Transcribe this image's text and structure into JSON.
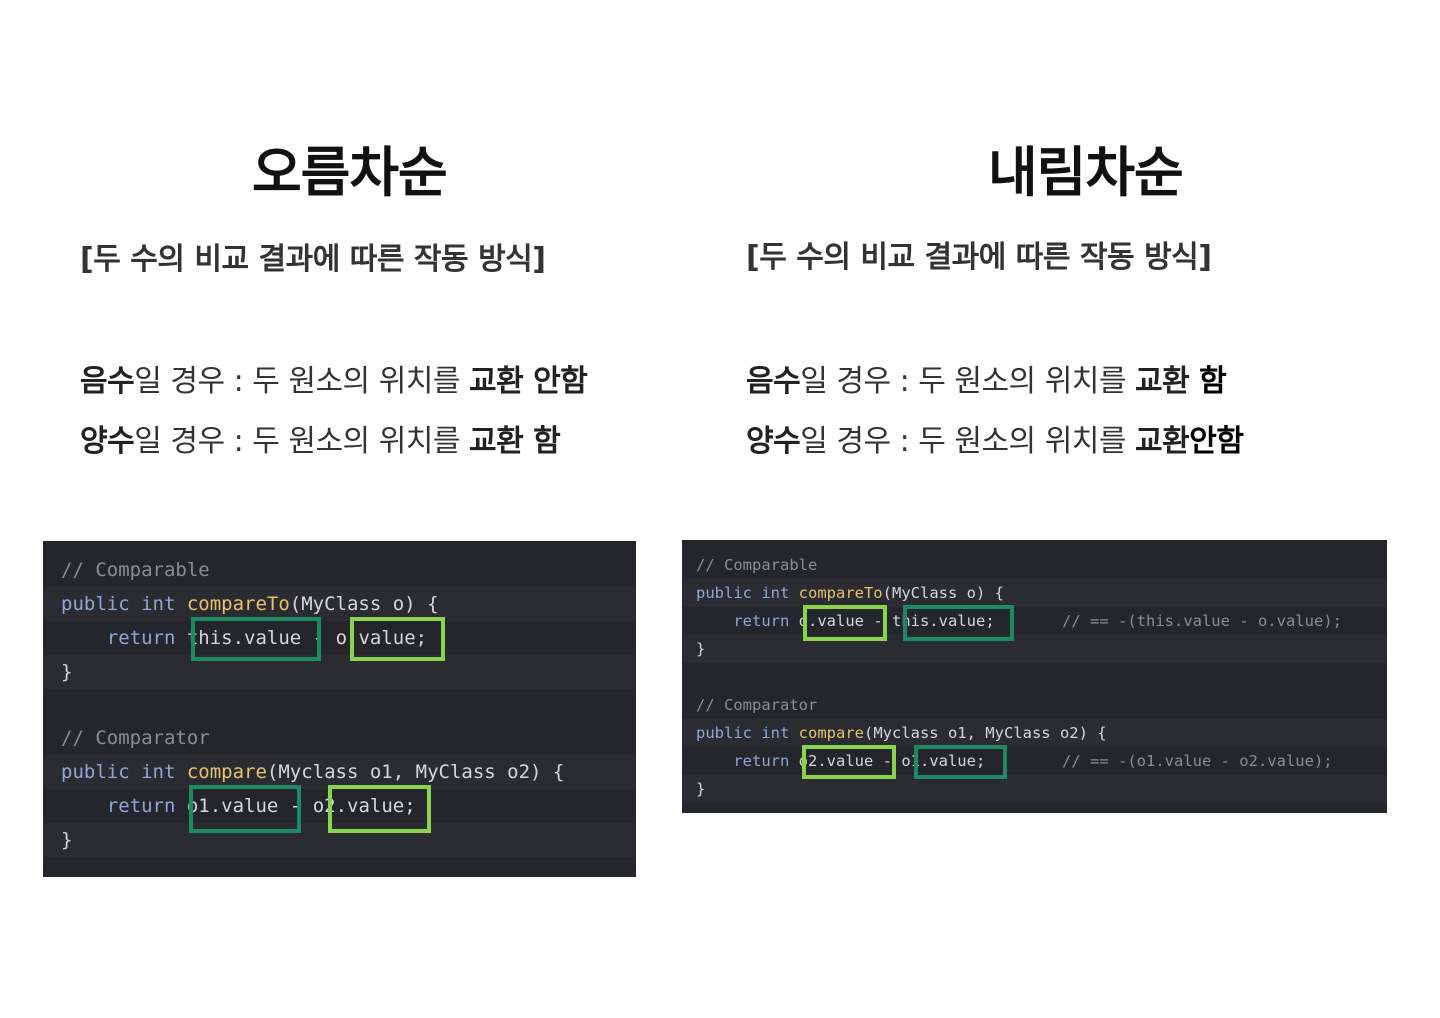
{
  "left": {
    "title": "오름차순",
    "subtitle": "[두 수의 비교 결과에 따른 작동 방식]",
    "rules": [
      {
        "sign": "음수",
        "mid": "일 경우 : 두 원소의 위치를 ",
        "bold": "교환 안함",
        "hand": ""
      },
      {
        "sign": "양수",
        "mid": "일 경우 : 두 원소의 위치를 ",
        "bold": "교환 함",
        "hand": ""
      }
    ],
    "code": {
      "comment1": "// Comparable",
      "line2": {
        "kw": "public int ",
        "fn": "compareTo",
        "rest": "(MyClass o) {"
      },
      "line3": {
        "kw": "    return ",
        "a": "this.value",
        "op": " - ",
        "b": "o.value",
        "end": ";"
      },
      "brace": "}",
      "comment2": "// Comparator",
      "line6": {
        "kw": "public int ",
        "fn": "compare",
        "rest": "(Myclass o1, MyClass o2) {"
      },
      "line7": {
        "kw": "    return ",
        "a": "o1.value",
        "op": " - ",
        "b": "o2.value",
        "end": ";"
      }
    }
  },
  "right": {
    "title": "내림차순",
    "subtitle": "[두 수의 비교 결과에 따른 작동 방식]",
    "rules": [
      {
        "sign": "음수",
        "mid": "일 경우 : 두 원소의 위치를 ",
        "bold": "교환",
        "hand": " 함"
      },
      {
        "sign": "양수",
        "mid": "일 경우 : 두 원소의 위치를 ",
        "bold": "교환",
        "hand": "안함"
      }
    ],
    "code": {
      "comment1": "// Comparable",
      "line2": {
        "kw": "public int ",
        "fn": "compareTo",
        "rest": "(MyClass o) {"
      },
      "line3": {
        "kw": "    return ",
        "a": "o.value",
        "op": " - ",
        "b": "this.value",
        "end": ";",
        "note": "// == -(this.value - o.value);"
      },
      "brace": "}",
      "comment2": "// Comparator",
      "line6": {
        "kw": "public int ",
        "fn": "compare",
        "rest": "(Myclass o1, MyClass o2) {"
      },
      "line7": {
        "kw": "    return ",
        "a": "o2.value",
        "op": " - ",
        "b": "o1.value",
        "end": ";",
        "note": "// == -(o1.value - o2.value);"
      }
    }
  }
}
